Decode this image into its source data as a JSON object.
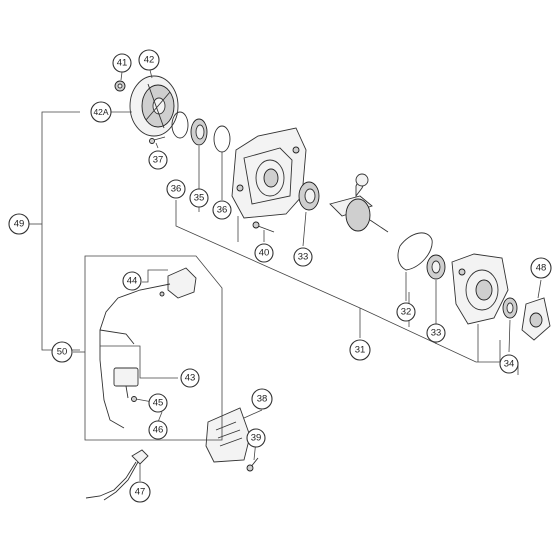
{
  "callouts": {
    "c41": "41",
    "c42": "42",
    "c42a": "42A",
    "c37": "37",
    "c36a": "36",
    "c35": "35",
    "c36b": "36",
    "c49": "49",
    "c40": "40",
    "c33a": "33",
    "c44": "44",
    "c32": "32",
    "c33b": "33",
    "c48": "48",
    "c50": "50",
    "c43": "43",
    "c31": "31",
    "c34": "34",
    "c45": "45",
    "c46": "46",
    "c38": "38",
    "c39": "39",
    "c47": "47"
  }
}
